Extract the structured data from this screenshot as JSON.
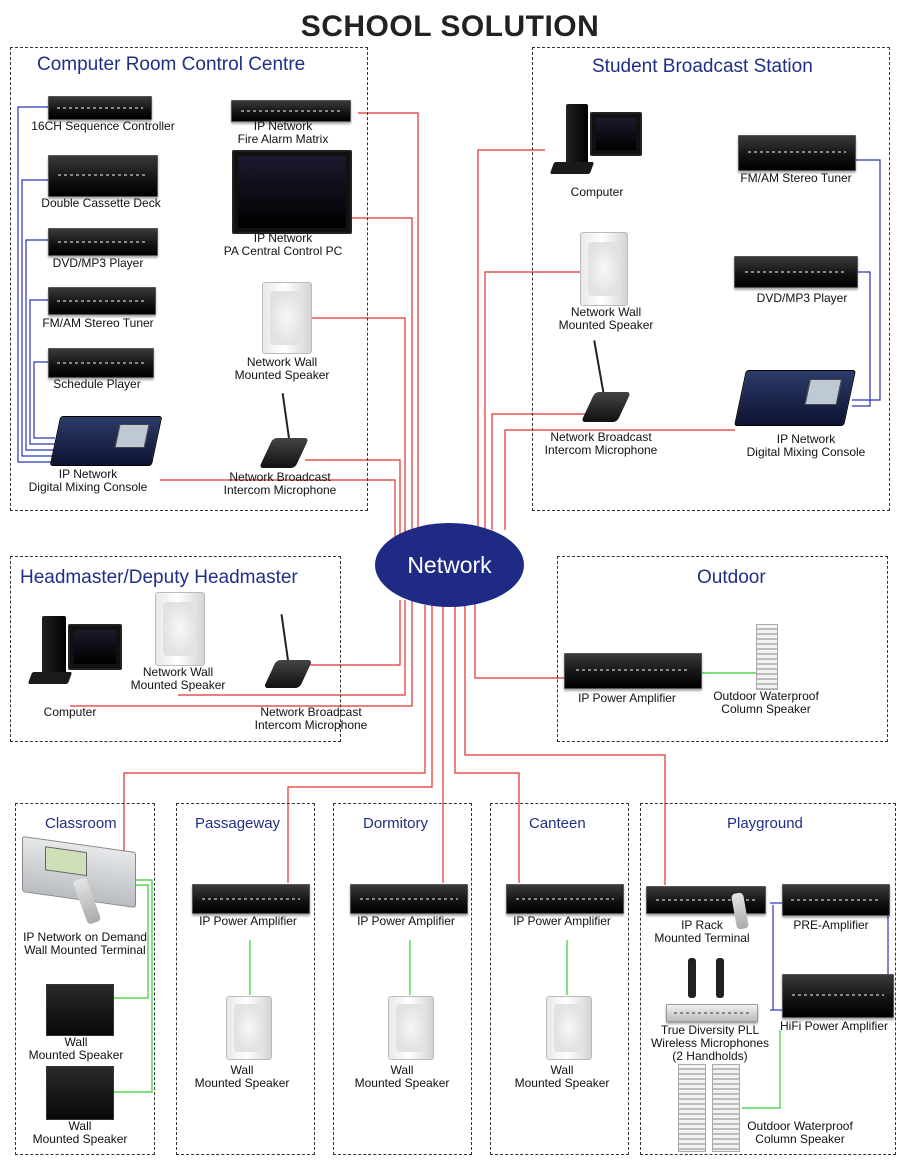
{
  "title": "SCHOOL SOLUTION",
  "hub": "Network",
  "sections": {
    "computer_room": {
      "heading": "Computer Room Control Centre",
      "labels": {
        "seq": "16CH Sequence Controller",
        "cassette": "Double Cassette Deck",
        "dvd": "DVD/MP3 Player",
        "tuner": "FM/AM Stereo Tuner",
        "schedule": "Schedule Player",
        "mixer": "IP Network\nDigital Mixing Console",
        "fire": "IP Network\nFire Alarm Matrix",
        "pc": "IP Network\nPA Central Control PC",
        "speaker": "Network Wall\nMounted Speaker",
        "mic": "Network Broadcast\nIntercom Microphone"
      }
    },
    "student": {
      "heading": "Student Broadcast Station",
      "labels": {
        "computer": "Computer",
        "tuner": "FM/AM Stereo Tuner",
        "speaker": "Network Wall\nMounted Speaker",
        "dvd": "DVD/MP3 Player",
        "mic": "Network Broadcast\nIntercom Microphone",
        "mixer": "IP Network\nDigital Mixing Console"
      }
    },
    "headmaster": {
      "heading": "Headmaster/Deputy Headmaster",
      "labels": {
        "computer": "Computer",
        "speaker": "Network Wall\nMounted Speaker",
        "mic": "Network Broadcast\nIntercom Microphone"
      }
    },
    "outdoor": {
      "heading": "Outdoor",
      "labels": {
        "amp": "IP Power Amplifier",
        "column": "Outdoor Waterproof\nColumn Speaker"
      }
    },
    "classroom": {
      "heading": "Classroom",
      "labels": {
        "terminal": "IP Network on Demand\nWall Mounted Terminal",
        "spk1": "Wall\nMounted Speaker",
        "spk2": "Wall\nMounted Speaker"
      }
    },
    "passageway": {
      "heading": "Passageway",
      "labels": {
        "amp": "IP Power Amplifier",
        "spk": "Wall\nMounted Speaker"
      }
    },
    "dormitory": {
      "heading": "Dormitory",
      "labels": {
        "amp": "IP Power Amplifier",
        "spk": "Wall\nMounted Speaker"
      }
    },
    "canteen": {
      "heading": "Canteen",
      "labels": {
        "amp": "IP Power Amplifier",
        "spk": "Wall\nMounted Speaker"
      }
    },
    "playground": {
      "heading": "Playground",
      "labels": {
        "terminal": "IP Rack\nMounted Terminal",
        "preamp": "PRE-Amplifier",
        "wireless": "True Diversity PLL\nWireless Microphones\n(2 Handholds)",
        "hifi": "HiFi Power Amplifier",
        "column": "Outdoor Waterproof\nColumn Speaker"
      }
    }
  },
  "colors": {
    "network_line": "#e03030",
    "audio_line": "#2a34b8",
    "speaker_line": "#33cc33",
    "heading": "#1f2f86",
    "hub_fill": "#1f2a85"
  }
}
